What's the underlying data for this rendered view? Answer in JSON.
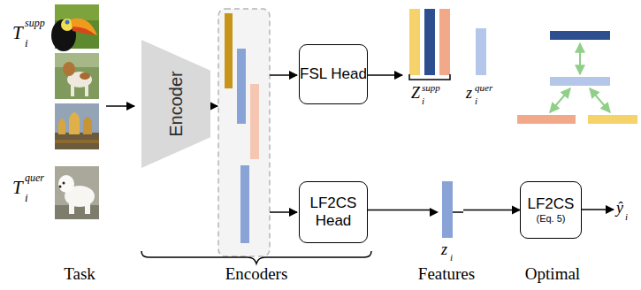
{
  "diagram": {
    "nodes": [
      {
        "text": [
          "Encoder"
        ]
      },
      {
        "text": [
          "FSL Head"
        ]
      },
      {
        "text": [
          "LF2CS Head"
        ]
      },
      {
        "text": [
          "LF2CS",
          "(Eq. 5)"
        ]
      }
    ],
    "edges": [
      {
        "from": 2,
        "to": 3,
        "arrow": "to"
      }
    ],
    "labels": [
      "T",
      "i",
      "supp",
      "T",
      "i",
      "quer",
      "Z",
      "i",
      "supp",
      "z",
      "i",
      "quer",
      "z",
      "i",
      "ŷ",
      "i",
      "Task",
      "Encoders",
      "Features",
      "Optimal"
    ]
  }
}
